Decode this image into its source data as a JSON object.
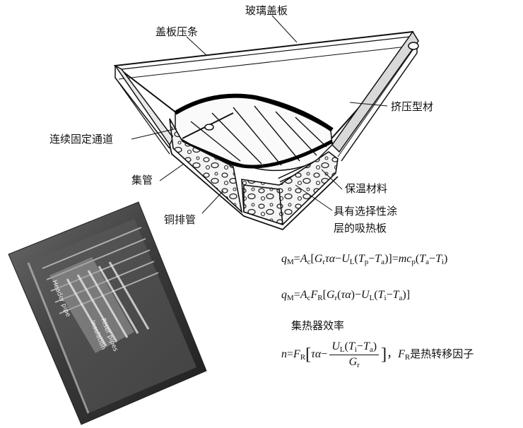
{
  "labels": {
    "glass_cover": "玻璃盖板",
    "cover_strip": "盖板压条",
    "extruded_profile": "挤压型材",
    "continuous_channel": "连续固定通道",
    "header_pipe": "集管",
    "insulation": "保温材料",
    "copper_riser": "铜排管",
    "absorber_line1": "具有选择性涂",
    "absorber_line2": "层的吸热板"
  },
  "photo_labels": {
    "header_pipe": "Header pipe",
    "riser_pipes": "Riser pipes",
    "insulation": "Insulation"
  },
  "equations": {
    "efficiency_title": "集热器效率",
    "factor_note": "是热转移因子"
  }
}
